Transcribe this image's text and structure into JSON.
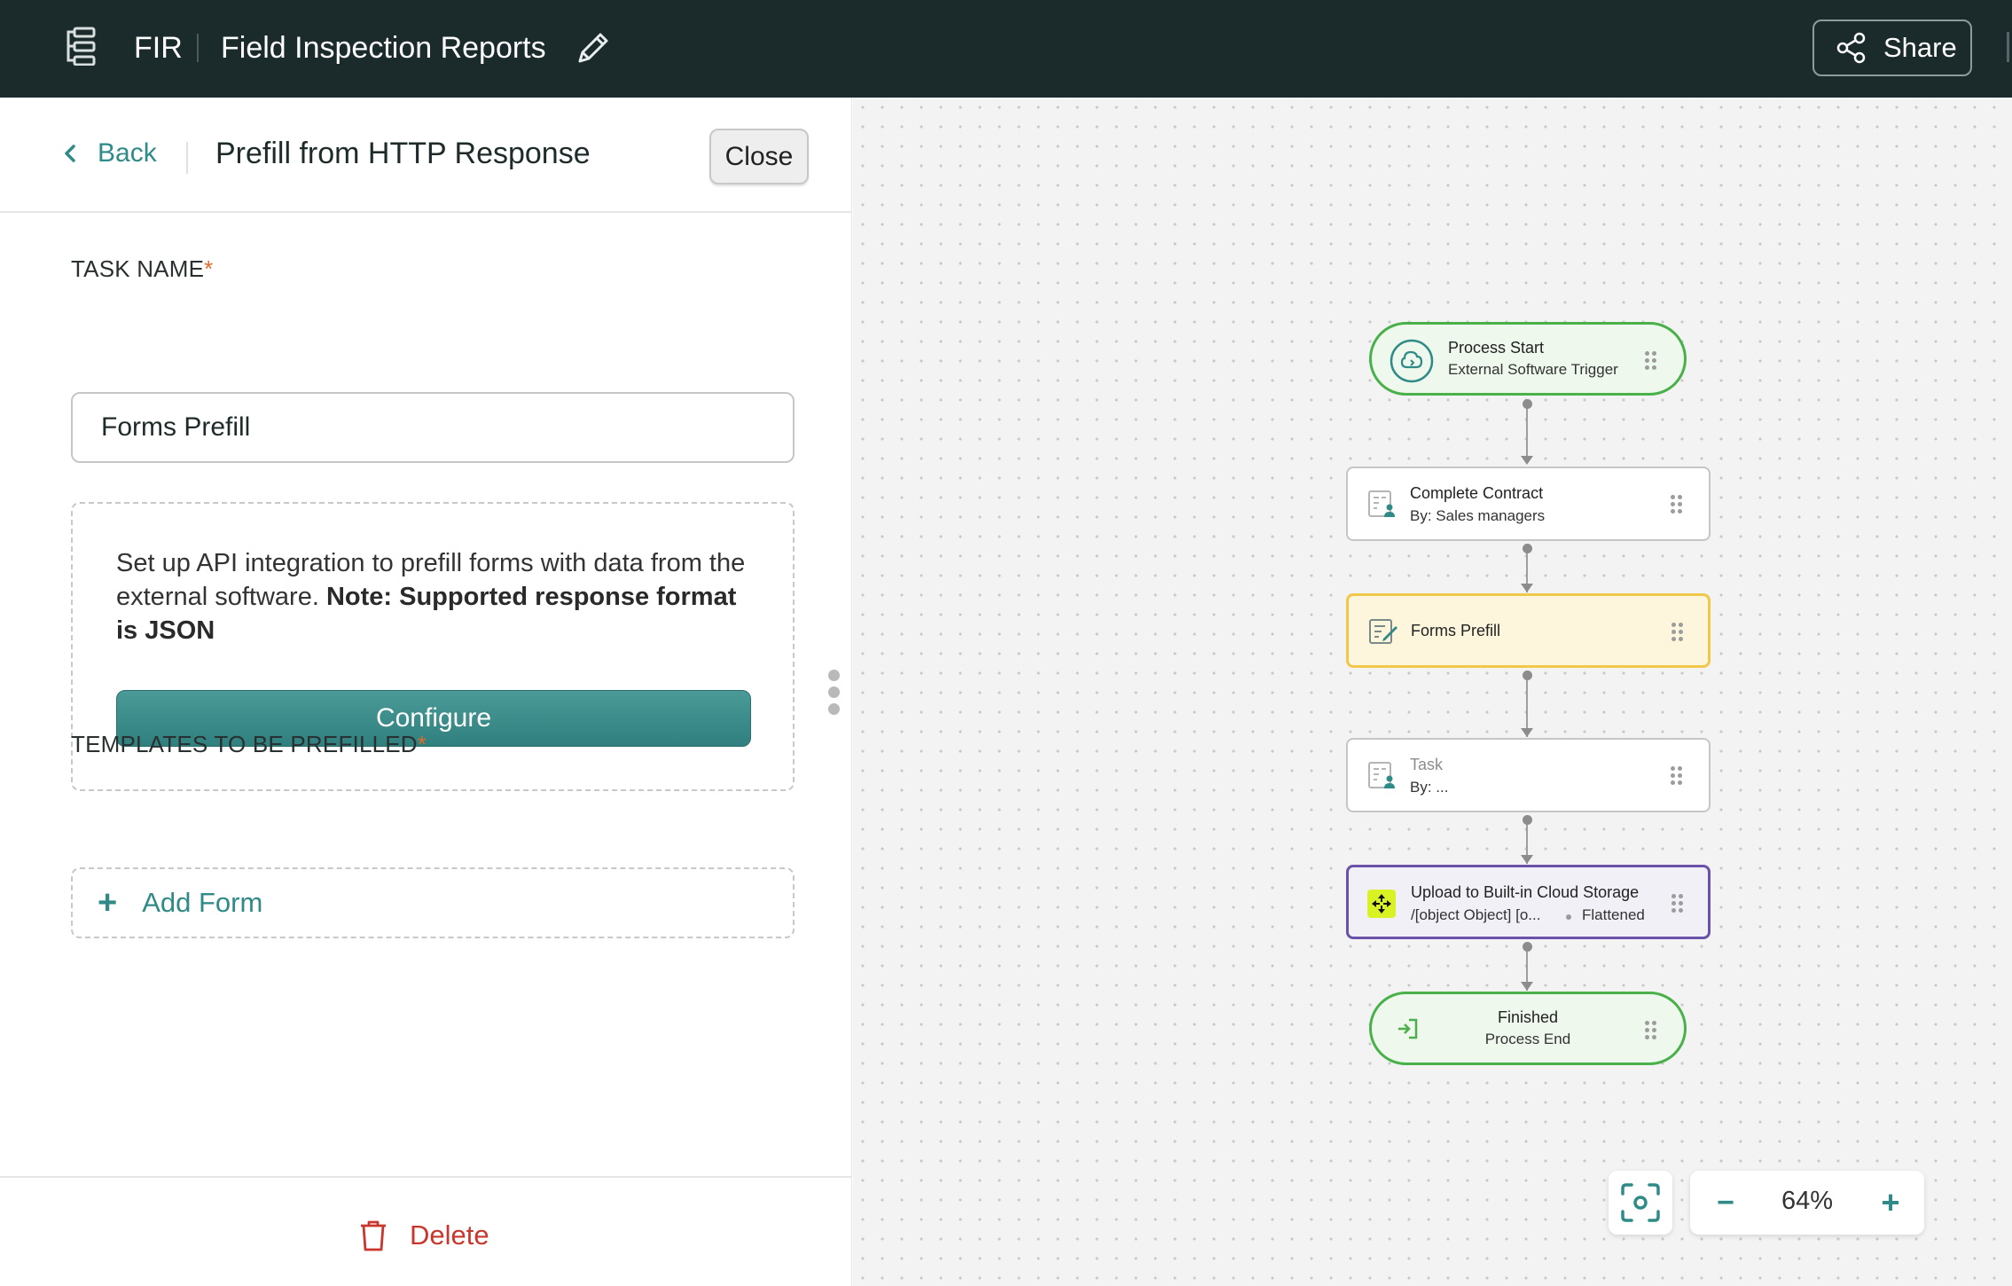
{
  "header": {
    "app_abbr": "FIR",
    "title": "Field Inspection Reports",
    "share_label": "Share"
  },
  "panel": {
    "back_label": "Back",
    "title": "Prefill from HTTP Response",
    "close_label": "Close",
    "task_name_label": "TASK NAME",
    "required_mark": "*",
    "task_name_value": "Forms Prefill",
    "api_text": "Set up API integration to prefill forms with data from the external software. ",
    "api_note": "Note: Supported response format is JSON",
    "configure_label": "Configure",
    "templates_label": "TEMPLATES TO BE PREFILLED",
    "add_form_label": "Add Form",
    "delete_label": "Delete"
  },
  "flow": {
    "start": {
      "title": "Process Start",
      "subtitle": "External Software Trigger"
    },
    "contract": {
      "title": "Complete Contract",
      "by_label": "By:",
      "by_value": "Sales managers"
    },
    "prefill": {
      "title": "Forms Prefill"
    },
    "task": {
      "title": "Task",
      "by_label": "By:",
      "by_value": "..."
    },
    "upload": {
      "title": "Upload to Built-in Cloud Storage",
      "path": "/[object Object] [o...",
      "mode": "Flattened"
    },
    "end": {
      "title": "Finished",
      "subtitle": "Process End"
    }
  },
  "zoom": {
    "level": "64%",
    "minus": "−",
    "plus": "+"
  },
  "colors": {
    "header_bg": "#1b2b2c",
    "accent_teal": "#2f8a88",
    "required": "#e06a2c",
    "delete_red": "#c8362d",
    "start_end_green": "#49b04a",
    "prefill_yellow_border": "#f2c84b",
    "prefill_yellow_bg": "#fdf5dc",
    "upload_purple": "#6a52a8"
  }
}
